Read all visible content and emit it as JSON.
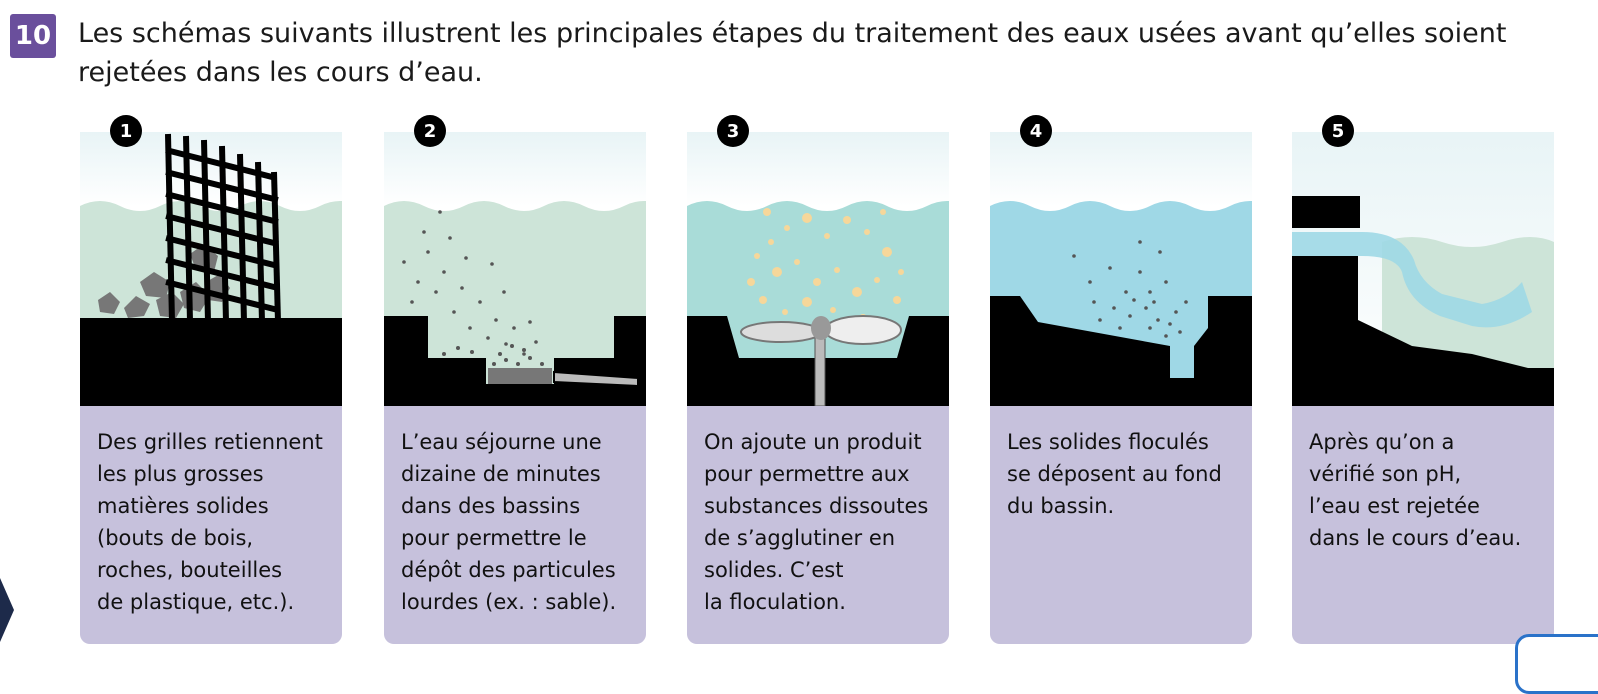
{
  "exercise": {
    "number": "10",
    "intro": "Les schémas suivants illustrent les principales étapes du traitement des eaux usées avant qu’elles soient rejetées dans les cours d’eau."
  },
  "steps": [
    {
      "number": "1",
      "caption": "Des grilles retiennent\nles plus grosses\nmatières solides\n(bouts de bois,\nroches, bouteilles\nde plastique, etc.)."
    },
    {
      "number": "2",
      "caption": "L’eau séjourne une\ndizaine de minutes\ndans des bassins\npour permettre le\ndépôt des particules\nlourdes (ex. : sable)."
    },
    {
      "number": "3",
      "caption": "On ajoute un produit\npour permettre aux\nsubstances dissoutes\nde s’agglutiner en\nsolides. C’est\nla floculation."
    },
    {
      "number": "4",
      "caption": "Les solides floculés\nse déposent au fond\ndu bassin."
    },
    {
      "number": "5",
      "caption": "Après qu’on a\nvérifié son pH,\nl’eau est rejetée\ndans le cours d’eau."
    }
  ],
  "colors": {
    "badge": "#6a4f9c",
    "caption_bg": "#c6c1dc",
    "water_green": "#cde4d8",
    "water_blue": "#9fd8e6",
    "ground": "#000000"
  }
}
